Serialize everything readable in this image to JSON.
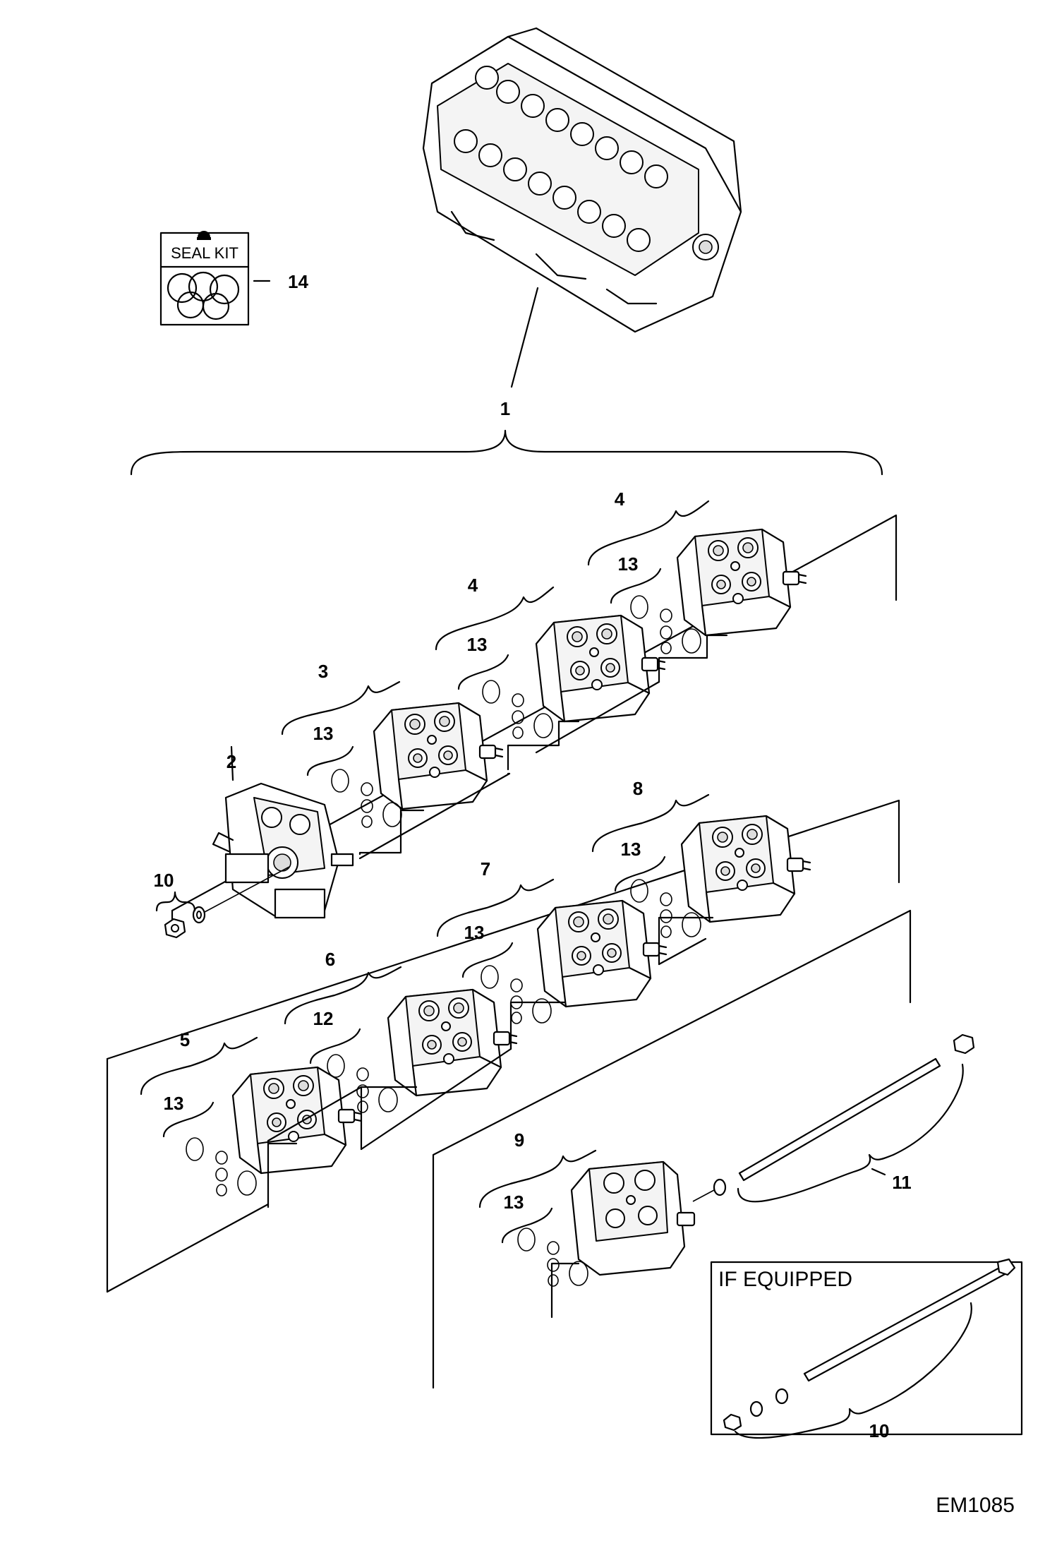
{
  "diagram": {
    "drawing_code": "EM1085",
    "seal_kit_label": "SEAL KIT",
    "if_equipped_label": "IF EQUIPPED",
    "callouts": {
      "assembly": "1",
      "inlet_section": "2",
      "section_3": "3",
      "section_4a": "4",
      "section_4b": "4",
      "section_5": "5",
      "section_6": "6",
      "section_7": "7",
      "section_8": "8",
      "outlet_section": "9",
      "nut_washer": "10",
      "tie_rod_kit": "11",
      "seal_12": "12",
      "seal_13_a": "13",
      "seal_13_b": "13",
      "seal_13_c": "13",
      "seal_13_d": "13",
      "seal_13_e": "13",
      "seal_13_f": "13",
      "seal_13_g": "13",
      "seal_kit": "14",
      "optional_rod_kit": "10"
    }
  }
}
